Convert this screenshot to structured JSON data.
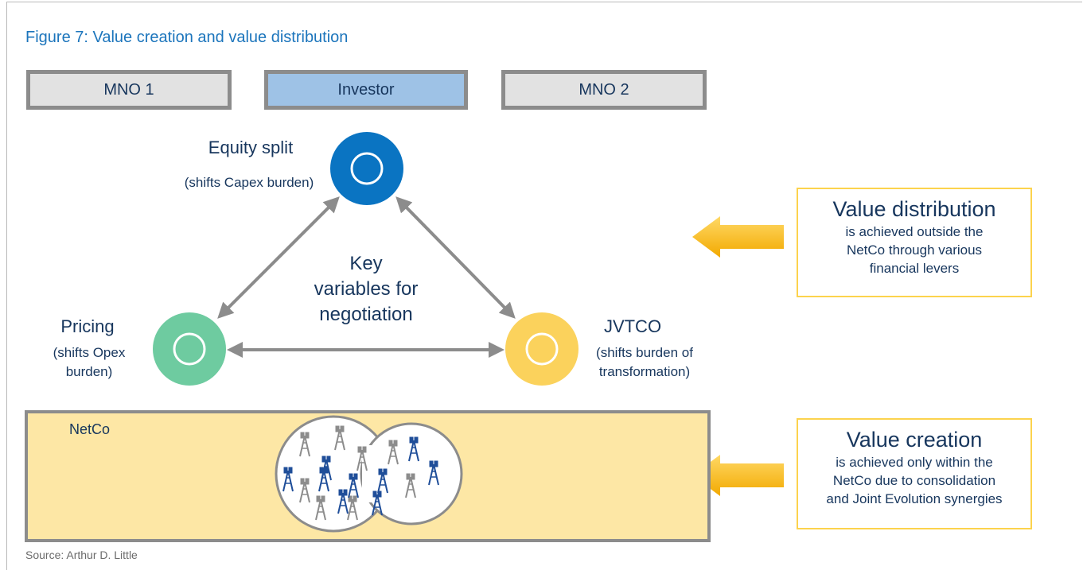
{
  "figure": {
    "title": "Figure 7: Value creation and value distribution"
  },
  "parties": {
    "mno1": "MNO 1",
    "investor": "Investor",
    "mno2": "MNO 2"
  },
  "nodes": {
    "equity": {
      "label": "Equity split",
      "sub": "(shifts Capex burden)",
      "color": "#0a74c2"
    },
    "pricing": {
      "label": "Pricing",
      "sub1": "(shifts Opex",
      "sub2": "burden)",
      "color": "#6ecba0"
    },
    "jvtco": {
      "label": "JVTCO",
      "sub1": "(shifts burden of",
      "sub2": "transformation)",
      "color": "#fbd25c"
    }
  },
  "center": {
    "line1": "Key",
    "line2": "variables for",
    "line3": "negotiation"
  },
  "netco": {
    "label": "NetCo"
  },
  "callouts": {
    "distribution": {
      "head": "Value distribution",
      "l1": "is achieved outside the",
      "l2": "NetCo through various",
      "l3": "financial levers"
    },
    "creation": {
      "head": "Value creation",
      "l1": "is achieved only within the",
      "l2": "NetCo due to consolidation",
      "l3": "and Joint Evolution synergies"
    }
  },
  "source": "Source: Arthur D. Little",
  "colors": {
    "accent": "#1c75bc",
    "arrow": "#f7b500",
    "connector": "#8c8c8c",
    "tower_blue": "#1f4e99",
    "tower_grey": "#8c8c8c"
  }
}
